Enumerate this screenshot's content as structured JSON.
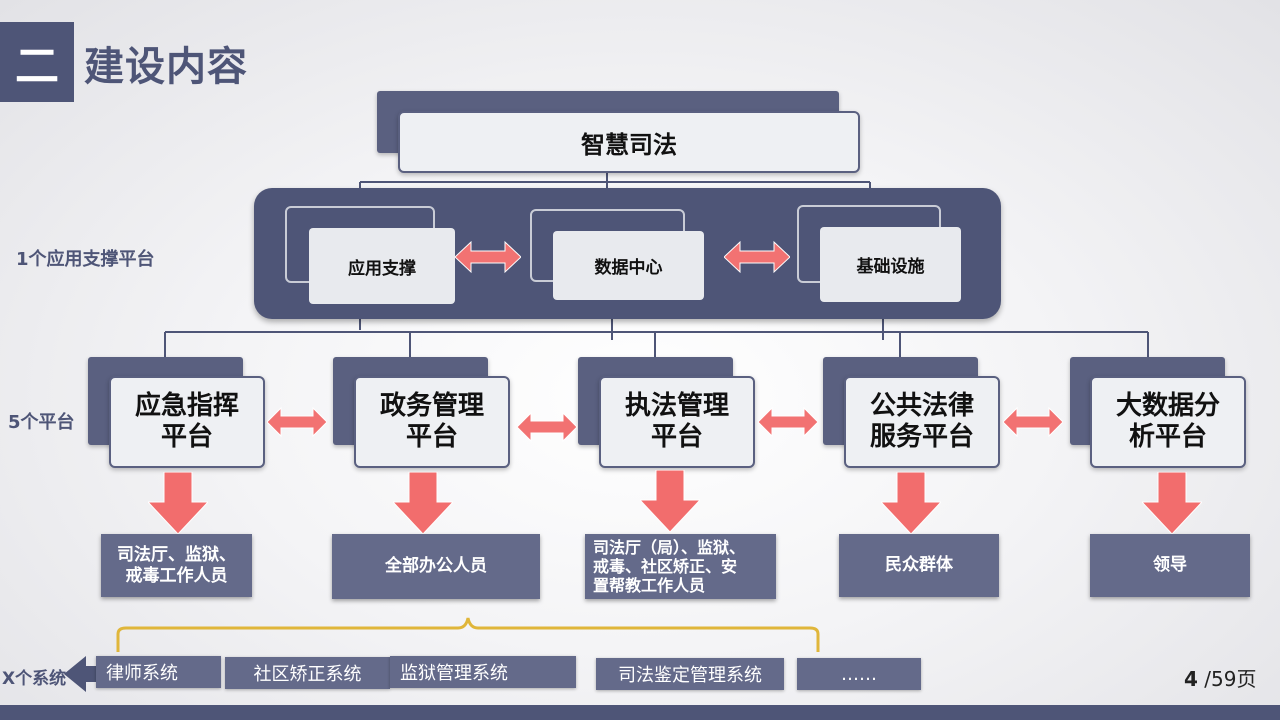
{
  "header": {
    "section_number": "二",
    "title": "建设内容"
  },
  "top_node": {
    "label": "智慧司法"
  },
  "support_platform": {
    "side_label": "1个应用支撑平台",
    "items": [
      {
        "label": "应用支撑"
      },
      {
        "label": "数据中心"
      },
      {
        "label": "基础设施"
      }
    ]
  },
  "platforms": {
    "side_label": "5个平台",
    "items": [
      {
        "line1": "应急指挥",
        "line2": "平台",
        "target": [
          "司法厅、监狱、",
          "戒毒工作人员"
        ]
      },
      {
        "line1": "政务管理",
        "line2": "平台",
        "target": [
          "全部办公人员"
        ]
      },
      {
        "line1": "执法管理",
        "line2": "平台",
        "target": [
          "司法厅（局）、监狱、",
          "戒毒、社区矫正、安",
          "置帮教工作人员"
        ]
      },
      {
        "line1": "公共法律",
        "line2": "服务平台",
        "target": [
          "民众群体"
        ]
      },
      {
        "line1": "大数据分",
        "line2": "析平台",
        "target": [
          "领导"
        ]
      }
    ]
  },
  "systems": {
    "side_label": "X个系统",
    "items": [
      {
        "label": "律师系统"
      },
      {
        "label": "社区矫正系统"
      },
      {
        "label": "监狱管理系统"
      },
      {
        "label": "司法鉴定管理系统"
      },
      {
        "label": "……"
      }
    ]
  },
  "pager": {
    "current": "4",
    "total": "/59页"
  },
  "colors": {
    "primary": "#4e5577",
    "arrow": "#f26d6d",
    "brace": "#e0b63a"
  }
}
